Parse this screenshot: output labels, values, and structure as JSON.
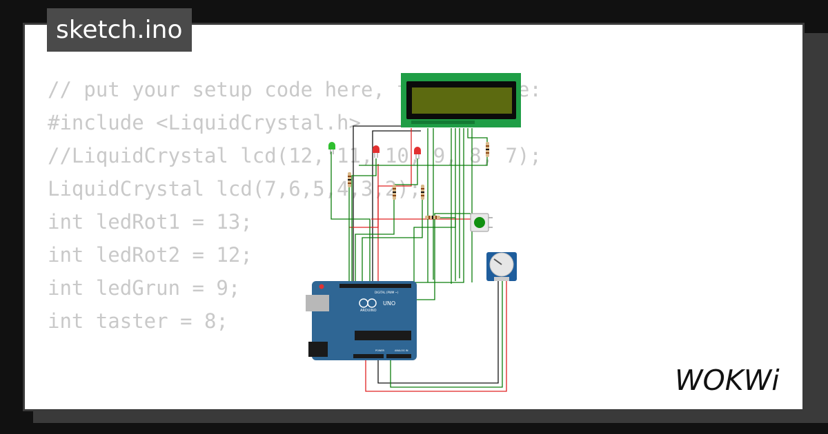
{
  "file_tab": {
    "label": "sketch.ino"
  },
  "code_lines": [
    "// put your setup code here, to run once:",
    "",
    "#include <LiquidCrystal.h>",
    "//LiquidCrystal lcd(12, 11, 10, 9, 8, 7);",
    "",
    "LiquidCrystal lcd(7,6,5,4,3,2);",
    "",
    "int ledRot1 = 13;",
    "int ledRot2 = 12;",
    "int ledGrun = 9;",
    "int taster = 8;"
  ],
  "board": {
    "brand": "ARDUINO",
    "model": "UNO",
    "header_digital": "DIGITAL (PWM ~)",
    "header_power": "POWER",
    "header_analog": "ANALOG IN"
  },
  "brand": {
    "logo_text": "WOKWi"
  },
  "colors": {
    "background": "#111111",
    "card": "#ffffff",
    "tab": "#4a4a4a",
    "code_text": "#c9c9c9",
    "wire_green": "#0a7d0a",
    "wire_red": "#e02020",
    "wire_black": "#111111",
    "board_blue": "#2f6694",
    "lcd_pcb": "#1f9e46",
    "lcd_screen": "#5c6a10"
  }
}
